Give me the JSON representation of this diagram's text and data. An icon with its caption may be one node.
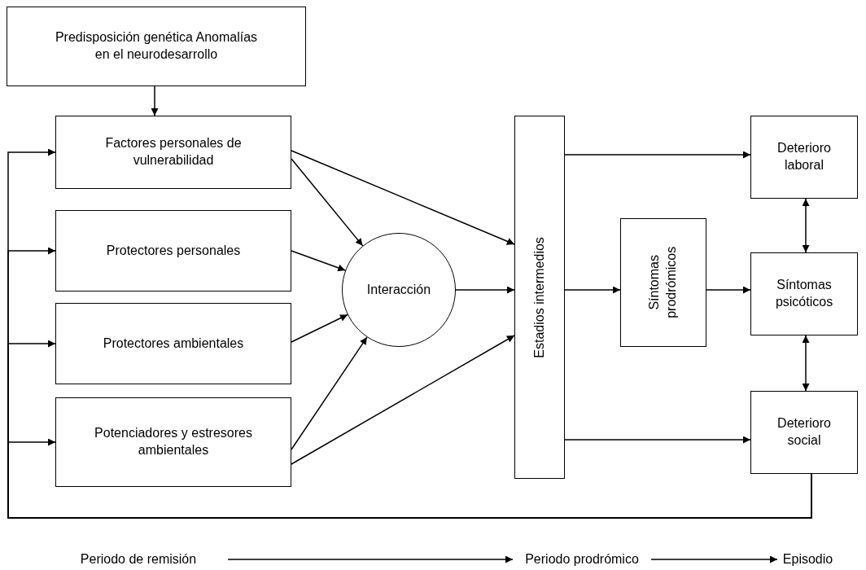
{
  "diagram": {
    "nodes": [
      {
        "text": [
          "Predisposición genética Anomalías en el neurodesarrollo"
        ]
      },
      {
        "text": [
          "Factores personales de vulnerabilidad"
        ]
      },
      {
        "text": [
          "Protectores personales"
        ]
      },
      {
        "text": [
          "Protectores ambientales"
        ]
      },
      {
        "text": [
          "Potenciadores y estresores ambientales"
        ]
      },
      {
        "text": [
          "Interacción"
        ]
      },
      {
        "text": [
          "Estadios intermedios"
        ]
      },
      {
        "text": [
          "Síntomas prodrómicos"
        ]
      },
      {
        "text": [
          "Deterioro laboral"
        ]
      },
      {
        "text": [
          "Síntomas psicóticos"
        ]
      },
      {
        "text": [
          "Deterioro social"
        ]
      },
      {
        "text": [
          "Periodo de remisión"
        ]
      },
      {
        "text": [
          "Periodo prodrómico"
        ]
      },
      {
        "text": [
          "Episodio"
        ]
      }
    ],
    "edges": [
      {
        "from": 0,
        "to": 1,
        "arrow": "to"
      },
      {
        "from": 1,
        "to": 5,
        "arrow": "to"
      },
      {
        "from": 2,
        "to": 5,
        "arrow": "to"
      },
      {
        "from": 3,
        "to": 5,
        "arrow": "to"
      },
      {
        "from": 4,
        "to": 5,
        "arrow": "to"
      },
      {
        "from": 1,
        "to": 6,
        "arrow": "to"
      },
      {
        "from": 5,
        "to": 6,
        "arrow": "to"
      },
      {
        "from": 4,
        "to": 6,
        "arrow": "to"
      },
      {
        "from": 6,
        "to": 8,
        "arrow": "to"
      },
      {
        "from": 6,
        "to": 7,
        "arrow": "to"
      },
      {
        "from": 6,
        "to": 10,
        "arrow": "to"
      },
      {
        "from": 7,
        "to": 9,
        "arrow": "to"
      },
      {
        "from": 8,
        "to": 9,
        "arrow": "both"
      },
      {
        "from": 9,
        "to": 10,
        "arrow": "both"
      },
      {
        "from": 10,
        "to": 1,
        "arrow": "to"
      },
      {
        "from": 10,
        "to": 2,
        "arrow": "to"
      },
      {
        "from": 10,
        "to": 3,
        "arrow": "to"
      },
      {
        "from": 10,
        "to": 4,
        "arrow": "to"
      },
      {
        "from": 11,
        "to": 12,
        "arrow": "to"
      },
      {
        "from": 12,
        "to": 13,
        "arrow": "to"
      }
    ]
  }
}
